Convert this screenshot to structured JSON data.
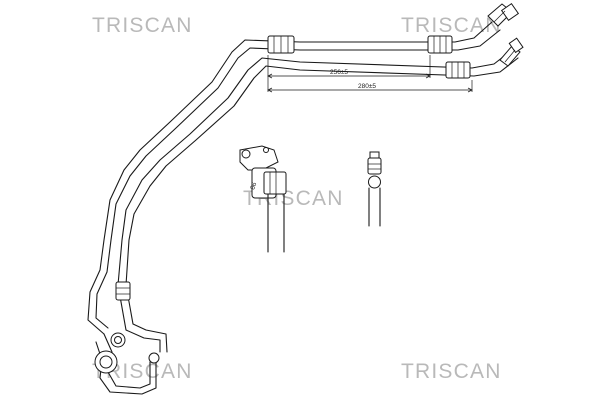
{
  "watermarks": [
    {
      "id": "wm-top-left",
      "text": "TRISCAN"
    },
    {
      "id": "wm-top-right",
      "text": "TRISCAN"
    },
    {
      "id": "wm-middle",
      "text": "TRISCAN"
    },
    {
      "id": "wm-bottom-left",
      "text": "TRISCAN"
    },
    {
      "id": "wm-bottom-right",
      "text": "TRISCAN"
    }
  ],
  "dimensions": {
    "upper": "256±5",
    "lower": "280±5",
    "detail_label": "86"
  },
  "colors": {
    "line": "#1a1a1a",
    "watermark": "#b9b9b9",
    "background": "#ffffff"
  }
}
